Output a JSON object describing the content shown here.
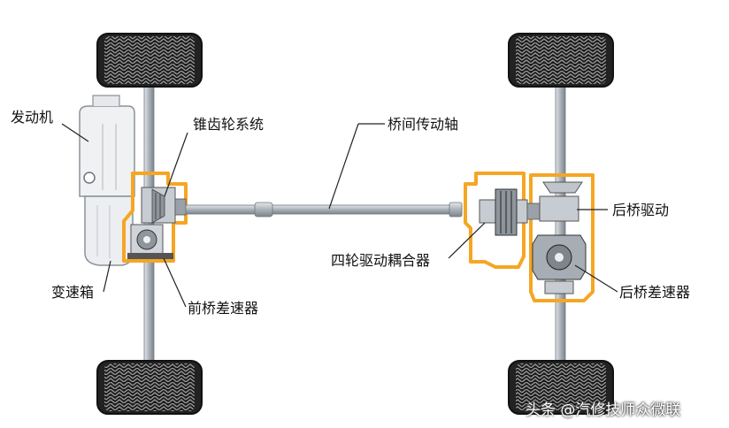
{
  "labels": {
    "engine": "发动机",
    "bevel_gear": "锥齿轮系统",
    "prop_shaft": "桥间传动轴",
    "rear_drive": "后桥驱动",
    "gearbox": "变速箱",
    "awd_coupling": "四轮驱动耦合器",
    "rear_diff": "后桥差速器",
    "front_diff": "前桥差速器"
  },
  "watermark": "头条 @汽修技师众微联",
  "colors": {
    "highlight": "#f5a623",
    "tire": "#222222",
    "metal": "#b9c0c8",
    "engine_fill": "#f0f1f3",
    "leader": "#222222"
  },
  "icons": [
    "wheel-icon",
    "engine-icon",
    "gear-icon"
  ]
}
